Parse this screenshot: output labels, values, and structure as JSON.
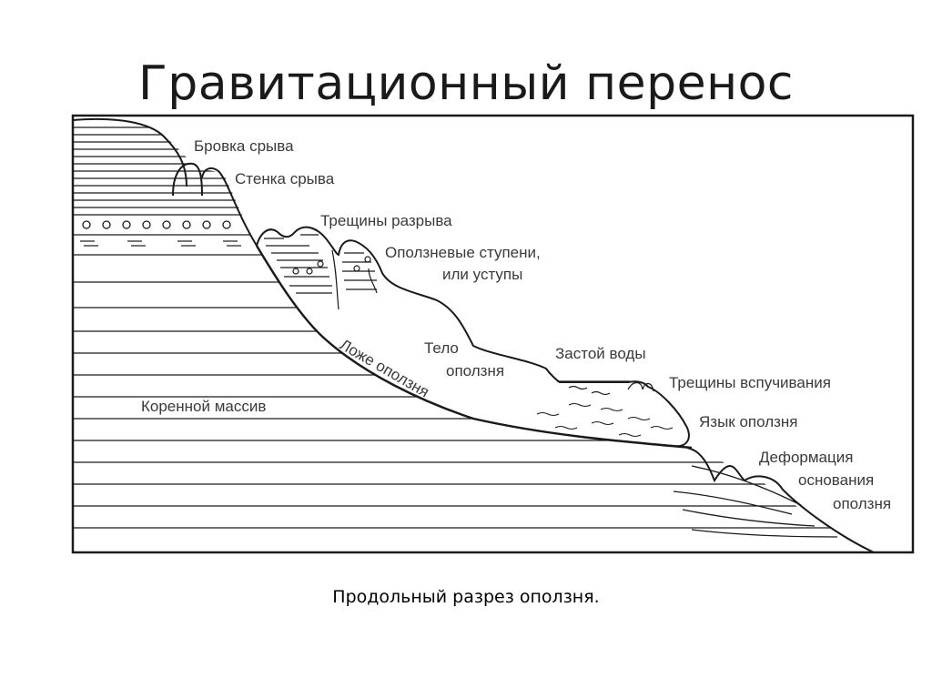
{
  "title": "Гравитационный перенос",
  "caption": "Продольный разрез оползня.",
  "labels": {
    "brovka": "Бровка срыва",
    "stenka": "Стенка срыва",
    "treshchiny_razryva": "Трещины разрыва",
    "stupeni_1": "Оползневые ступени,",
    "stupeni_2": "или уступы",
    "telo_1": "Тело",
    "telo_2": "оползня",
    "zastoy": "Застой воды",
    "vspuchivanie": "Трещины вспучивания",
    "yazyk": "Язык оползня",
    "lozhe": "Ложе оползня",
    "korennoy": "Коренной массив",
    "deformatsiya_1": "Деформация",
    "deformatsiya_2": "основания",
    "deformatsiya_3": "оползня"
  },
  "colors": {
    "line": "#1a1a1a",
    "text": "#3a3a3a"
  }
}
